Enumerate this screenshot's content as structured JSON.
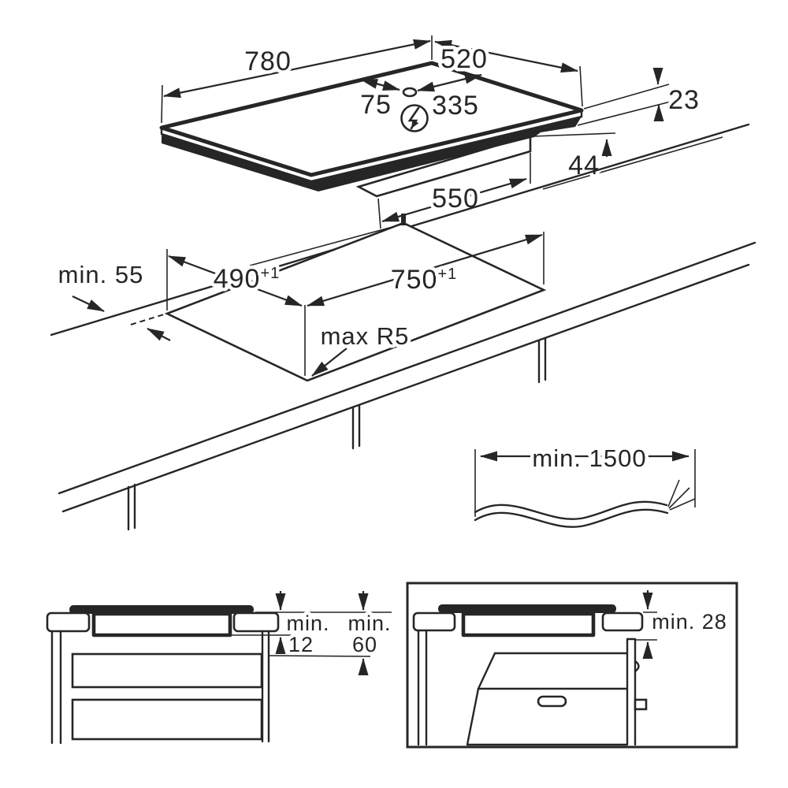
{
  "diagram_title": "hob-installation-dimensions",
  "colors": {
    "line": "#262626",
    "background": "#ffffff",
    "hob_body": "#262626"
  },
  "hob": {
    "width": "780",
    "depth": "520",
    "power_offset_left": "75",
    "power_offset_right": "335",
    "edge_height": "23",
    "body_height": "44",
    "body_width": "550",
    "power_icon": "lightning-in-circle"
  },
  "cutout": {
    "side_clearance": "min. 55",
    "depth": "490",
    "depth_tolerance": "+1",
    "width": "750",
    "width_tolerance": "+1",
    "corner_radius": "max R5"
  },
  "cable": {
    "length": "min. 1500"
  },
  "clearance_drawer": {
    "label": "min.",
    "value": "12"
  },
  "clearance_shelf": {
    "label": "min.",
    "value": "60"
  },
  "clearance_oven": {
    "text": "min. 28"
  }
}
